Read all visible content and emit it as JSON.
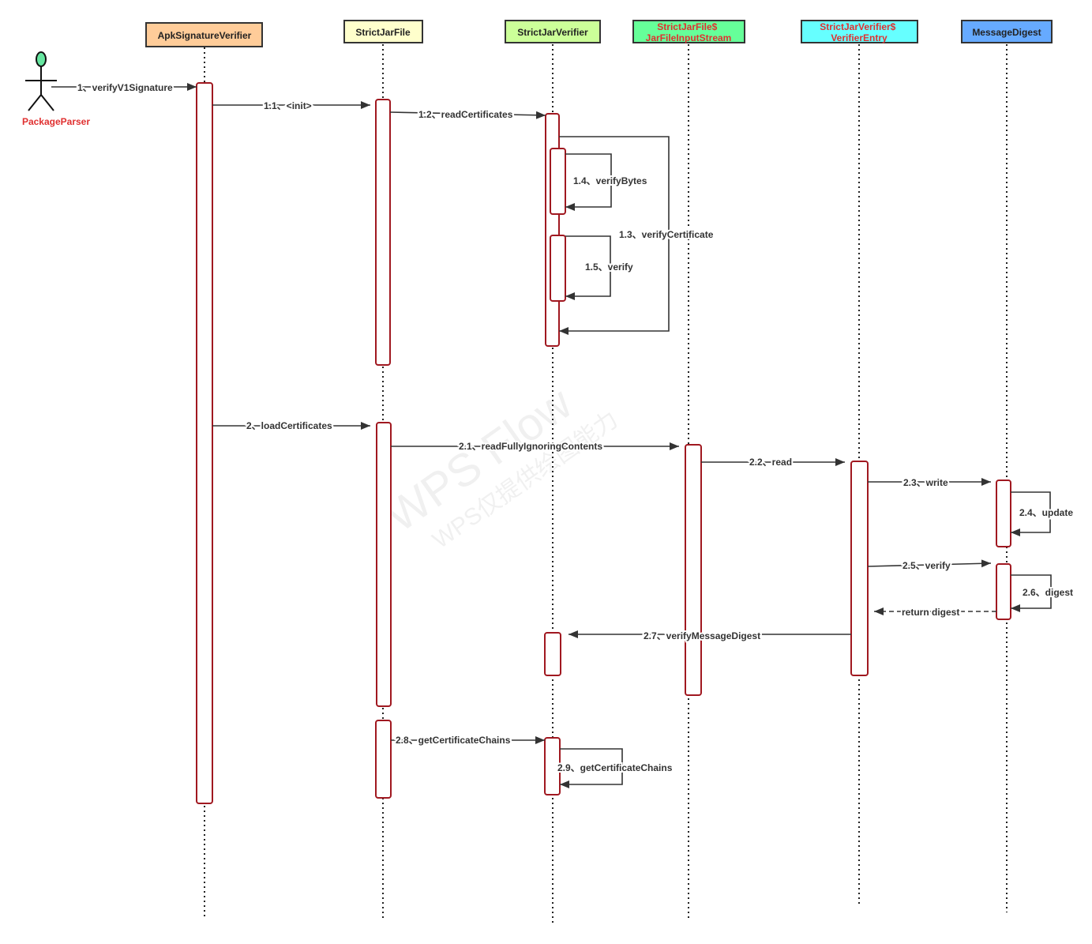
{
  "actor": {
    "label": "PackageParser",
    "head_color": "#66e6a0",
    "label_color": "#e03030"
  },
  "lifelines": [
    {
      "id": "apk",
      "lines": [
        "ApkSignatureVerifier"
      ],
      "fill": "#ffcc99",
      "text_color": "#222222"
    },
    {
      "id": "sjf",
      "lines": [
        "StrictJarFile"
      ],
      "fill": "#ffffcc",
      "text_color": "#222222"
    },
    {
      "id": "sjv",
      "lines": [
        "StrictJarVerifier"
      ],
      "fill": "#ccff99",
      "text_color": "#222222"
    },
    {
      "id": "jfis",
      "lines": [
        "StrictJarFile$",
        "JarFileInputStream"
      ],
      "fill": "#66ff99",
      "text_color": "#e03030"
    },
    {
      "id": "ve",
      "lines": [
        "StrictJarVerifier$",
        "VerifierEntry"
      ],
      "fill": "#66ffff",
      "text_color": "#e03030"
    },
    {
      "id": "md",
      "lines": [
        "MessageDigest"
      ],
      "fill": "#66aaff",
      "text_color": "#222222"
    }
  ],
  "messages": [
    {
      "id": "m1",
      "label": "1、verifyV1Signature"
    },
    {
      "id": "m11",
      "label": "1.1、<init>"
    },
    {
      "id": "m12",
      "label": "1.2、readCertificates"
    },
    {
      "id": "m13",
      "label": "1.3、verifyCertificate"
    },
    {
      "id": "m14",
      "label": "1.4、verifyBytes"
    },
    {
      "id": "m15",
      "label": "1.5、verify"
    },
    {
      "id": "m2",
      "label": "2、loadCertificates"
    },
    {
      "id": "m21",
      "label": "2.1、readFullyIgnoringContents"
    },
    {
      "id": "m22",
      "label": "2.2、read"
    },
    {
      "id": "m23",
      "label": "2.3、write"
    },
    {
      "id": "m24",
      "label": "2.4、update"
    },
    {
      "id": "m25",
      "label": "2.5、verify"
    },
    {
      "id": "m26",
      "label": "2.6、digest"
    },
    {
      "id": "mret",
      "label": "return digest"
    },
    {
      "id": "m27",
      "label": "2.7、verifyMessageDigest"
    },
    {
      "id": "m28",
      "label": "2.8、getCertificateChains"
    },
    {
      "id": "m29",
      "label": "2.9、getCertificateChains"
    }
  ],
  "watermark": {
    "line1": "WPS Flow",
    "line2": "WPS仅提供绘图能力"
  },
  "colors": {
    "activation_border": "#a01820",
    "line": "#333333"
  }
}
